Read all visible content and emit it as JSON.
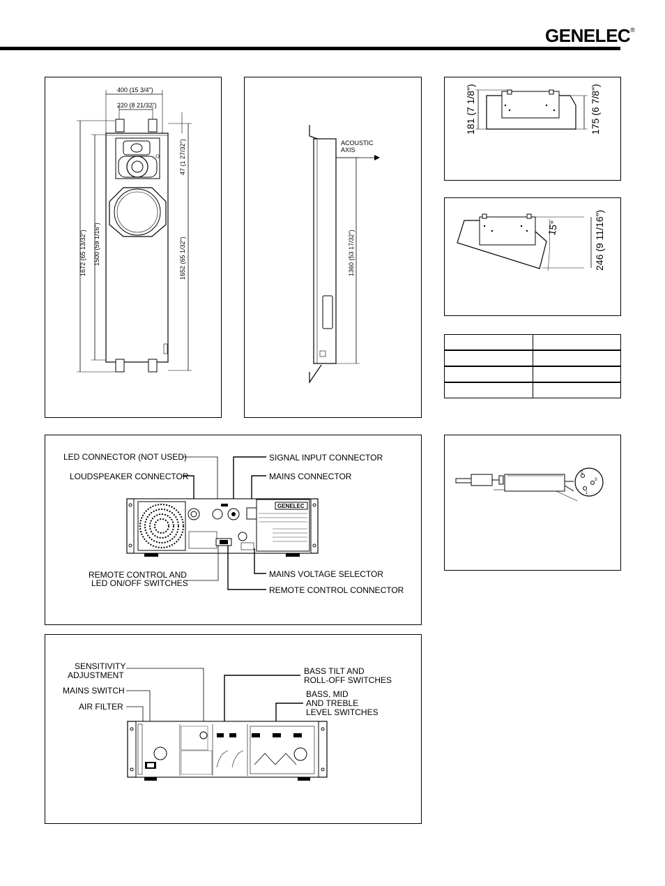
{
  "brand": {
    "logo_text": "GENELEC",
    "registered_mark": "®"
  },
  "front_view": {
    "width_total": "400 (15 3/4\")",
    "bracket_spacing": "220 (8 21/32\")",
    "top_offset": "47 (1 27/32\")",
    "height_total": "1672 (65 13/32\")",
    "cabinet_height": "1500 (59 1/16\")",
    "bracket_height": "1652 (65 1/32\")"
  },
  "side_view": {
    "acoustic_axis": [
      "ACOUSTIC",
      "AXIS"
    ],
    "axis_height": "1360 (53 17/32\")"
  },
  "mount_top": {
    "left_dim": "181 (7 1/8\")",
    "right_dim": "175 (6 7/8\")"
  },
  "mount_tilt": {
    "angle": "15°",
    "depth": "246 (9 11/16\")"
  },
  "amp_rear": {
    "led_connector": "LED CONNECTOR (NOT USED)",
    "signal_input": "SIGNAL INPUT CONNECTOR",
    "loudspeaker_connector": "LOUDSPEAKER CONNECTOR",
    "mains_connector": "MAINS CONNECTOR",
    "remote_switches": [
      "REMOTE CONTROL AND",
      "LED ON/OFF SWITCHES"
    ],
    "mains_voltage": "MAINS VOLTAGE SELECTOR",
    "remote_connector": "REMOTE CONTROL CONNECTOR",
    "panel_brand": "GENELEC"
  },
  "amp_front": {
    "sensitivity": [
      "SENSITIVITY",
      "ADJUSTMENT"
    ],
    "mains_switch": "MAINS SWITCH",
    "air_filter": "AIR FILTER",
    "bass_tilt": [
      "BASS TILT AND",
      "ROLL-OFF SWITCHES"
    ],
    "level_switches": [
      "BASS, MID",
      "AND TREBLE",
      "LEVEL SWITCHES"
    ]
  },
  "xlr": {
    "pins": [
      "2",
      "3",
      "1"
    ]
  },
  "colors": {
    "ink": "#000000",
    "paper": "#ffffff",
    "fill_light": "#e8e8e8"
  }
}
